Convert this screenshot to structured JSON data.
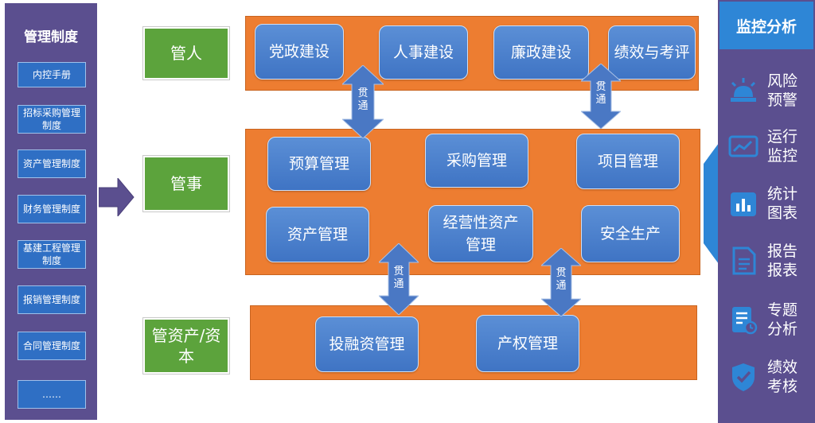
{
  "sidebar": {
    "title": "管理制度",
    "items": [
      {
        "label": "内控手册"
      },
      {
        "label": "招标采购管理制度"
      },
      {
        "label": "资产管理制度"
      },
      {
        "label": "财务管理制度"
      },
      {
        "label": "基建工程管理制度"
      },
      {
        "label": "报销管理制度"
      },
      {
        "label": "合同管理制度"
      },
      {
        "label": "……"
      }
    ]
  },
  "categories": {
    "people": "管人",
    "affairs": "管事",
    "assets": "管资产/资本"
  },
  "people_row": [
    "党政建设",
    "人事建设",
    "廉政建设",
    "绩效与考评"
  ],
  "affairs_row1": [
    "预算管理",
    "采购管理",
    "项目管理"
  ],
  "affairs_row2": [
    "资产管理",
    "经营性资产管理",
    "安全生产"
  ],
  "assets_row": [
    "投融资管理",
    "产权管理"
  ],
  "connector": {
    "label": "贯通"
  },
  "monitor": {
    "title": "监控分析",
    "items": [
      {
        "label": "风险预警",
        "icon": "alarm-light-icon"
      },
      {
        "label": "运行监控",
        "icon": "monitor-chart-icon"
      },
      {
        "label": "统计图表",
        "icon": "bar-chart-icon"
      },
      {
        "label": "报告报表",
        "icon": "document-icon"
      },
      {
        "label": "专题分析",
        "icon": "report-clock-icon"
      },
      {
        "label": "绩效考核",
        "icon": "shield-check-icon"
      }
    ]
  },
  "colors": {
    "sidebar_bg": "#5b4f8f",
    "item_blue": "#2f6fc4",
    "green": "#5ca33c",
    "orange": "#ed7d31",
    "tile_blue": "#4a80cc",
    "header_blue": "#2e86d6"
  }
}
